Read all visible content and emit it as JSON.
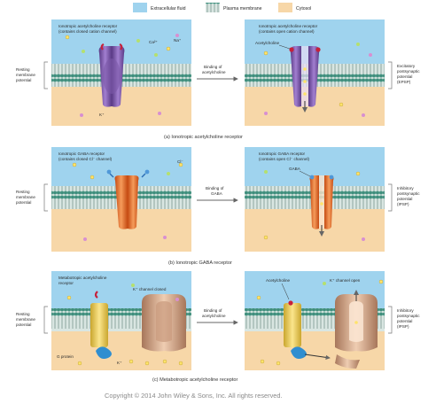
{
  "legend": [
    {
      "label": "Extracellular fluid",
      "color": "#9fd3ee"
    },
    {
      "label": "Plasma membrane",
      "color": "#4a9a86"
    },
    {
      "label": "Cytosol",
      "color": "#f7d7a8"
    }
  ],
  "panel_a": {
    "caption": "(a) Ionotropic acetylcholine receptor",
    "left_title_1": "Ionotropic acetylcholine receptor",
    "left_title_2": "(contains closed cation channel)",
    "ion_ca": "Ca²⁺",
    "ion_na": "Na⁺",
    "ion_k": "K⁺",
    "right_title_1": "Ionotropic acetylcholine receptor",
    "right_title_2": "(contains open cation channel)",
    "acetylcholine": "Acetylcholine",
    "left_side_1": "Resting",
    "left_side_2": "membrane",
    "left_side_3": "potential",
    "arrow_1": "Binding of",
    "arrow_2": "acetylcholine",
    "right_side_1": "Excitatory",
    "right_side_2": "postsynaptic",
    "right_side_3": "potential",
    "right_side_4": "(EPSP)"
  },
  "panel_b": {
    "caption": "(b) Ionotropic GABA receptor",
    "left_title_1": "Ionotropic GABA receptor",
    "left_title_2": "(contains closed Cl⁻ channel)",
    "ion_cl": "Cl⁻",
    "right_title_1": "Ionotropic GABA receptor",
    "right_title_2": "(contains open Cl⁻ channel)",
    "gaba": "GABA",
    "left_side_1": "Resting",
    "left_side_2": "membrane",
    "left_side_3": "potential",
    "arrow_1": "Binding of",
    "arrow_2": "GABA",
    "right_side_1": "Inhibitory",
    "right_side_2": "postsynaptic",
    "right_side_3": "potential",
    "right_side_4": "(IPSP)"
  },
  "panel_c": {
    "caption": "(c) Metabotropic acetylcholine receptor",
    "left_title_1": "Metabotropic acetylcholine",
    "left_title_2": "receptor",
    "k_closed": "K⁺ channel closed",
    "g_protein": "G protein",
    "ion_k": "K⁺",
    "acetylcholine": "Acetylcholine",
    "k_open": "K⁺ channel open",
    "left_side_1": "Resting",
    "left_side_2": "membrane",
    "left_side_3": "potential",
    "arrow_1": "Binding of",
    "arrow_2": "acetylcholine",
    "right_side_1": "Inhibitory",
    "right_side_2": "postsynaptic",
    "right_side_3": "potential",
    "right_side_4": "(IPSP)"
  },
  "copyright": "Copyright © 2014 John Wiley & Sons, Inc. All rights reserved."
}
